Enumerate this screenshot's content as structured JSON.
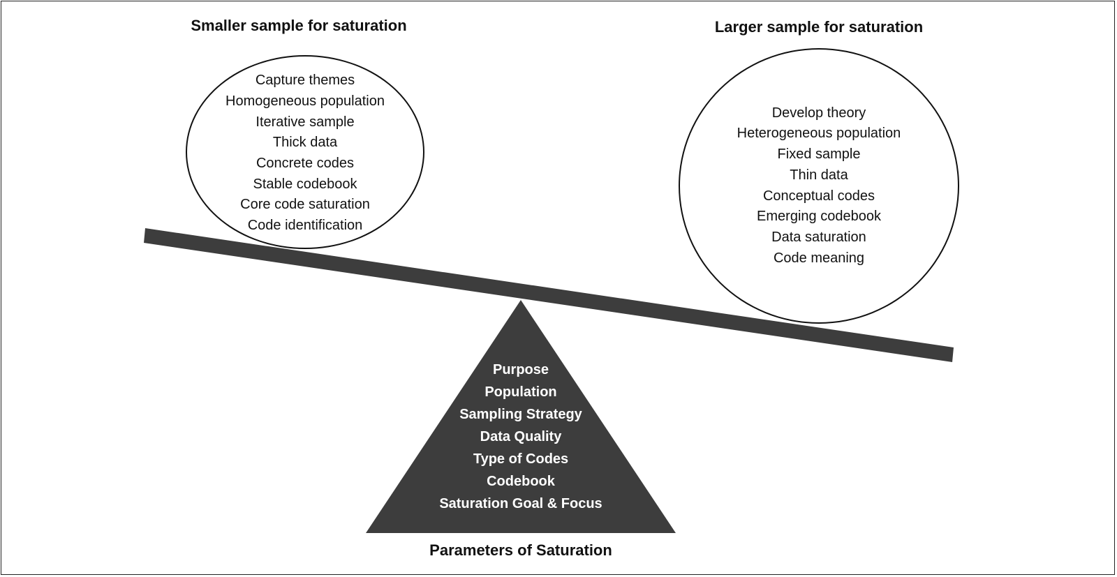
{
  "left_heading": "Smaller sample for saturation",
  "right_heading": "Larger sample for saturation",
  "left_items": [
    "Capture themes",
    "Homogeneous population",
    "Iterative sample",
    "Thick data",
    "Concrete codes",
    "Stable codebook",
    "Core code saturation",
    "Code identification"
  ],
  "right_items": [
    "Develop theory",
    "Heterogeneous population",
    "Fixed sample",
    "Thin data",
    "Conceptual codes",
    "Emerging codebook",
    "Data saturation",
    "Code meaning"
  ],
  "fulcrum_items": [
    "Purpose",
    "Population",
    "Sampling Strategy",
    "Data Quality",
    "Type of Codes",
    "Codebook",
    "Saturation Goal & Focus"
  ],
  "fulcrum_label": "Parameters of Saturation",
  "colors": {
    "beam": "#3d3d3d",
    "fulcrum": "#3d3d3d",
    "outline": "#111111"
  }
}
